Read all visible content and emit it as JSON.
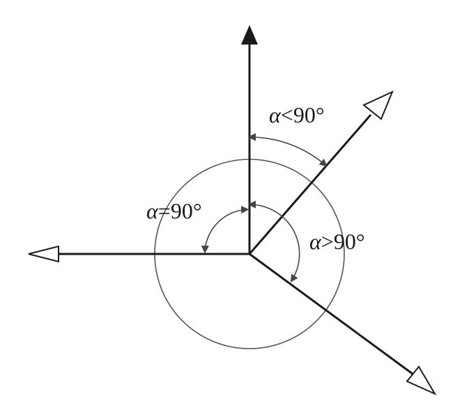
{
  "diagram": {
    "labels": {
      "acute": {
        "symbol": "α",
        "text": "<90°"
      },
      "right": {
        "symbol": "α",
        "text": "=90°"
      },
      "obtuse": {
        "symbol": "α",
        "text": ">90°"
      }
    },
    "colors": {
      "axis": "#1a1a1a",
      "circle": "#555555",
      "arc": "#444444",
      "open_arrowhead_fill": "#ffffff"
    }
  }
}
